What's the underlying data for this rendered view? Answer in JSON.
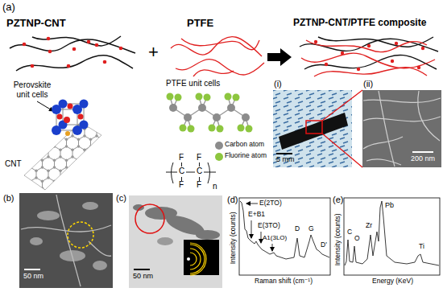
{
  "diagram": {
    "nodes": [
      {
        "text": [
          "(i)",
          "5 mm"
        ]
      },
      {
        "text": [
          "(ii)",
          "200 nm"
        ]
      },
      {
        "text": [
          "(b)",
          "50 nm"
        ]
      },
      {
        "text": [
          "(c)",
          "50 nm"
        ]
      }
    ],
    "edges": [
      {
        "from": 0,
        "to": 1,
        "arrow": "none"
      },
      {
        "from": 0,
        "to": 1,
        "arrow": "none"
      }
    ],
    "labels": [
      "(a)",
      "PZTNP-CNT",
      "+",
      "PTFE",
      "PZTNP-CNT/PTFE composite",
      "Perovskite unit cells",
      "CNT",
      "PTFE unit cells",
      "F",
      "F",
      "C",
      "C",
      "F",
      "F",
      "n",
      "(d)",
      "Intensity (counts)",
      "Raman shift (cm⁻¹)",
      "E(2TO)",
      "E+B1",
      "E(3TO)",
      "A1(3LO)",
      "D",
      "G",
      "D'",
      "(e)",
      "Intensity (counts)",
      "Energy (KeV)",
      "C",
      "O",
      "Zr",
      "Pb",
      "Ti"
    ],
    "legend": [
      {
        "text": "Carbon atom",
        "color": "#8c8c8c"
      },
      {
        "text": "Fluorine atom",
        "color": "#8dc63f"
      }
    ]
  }
}
